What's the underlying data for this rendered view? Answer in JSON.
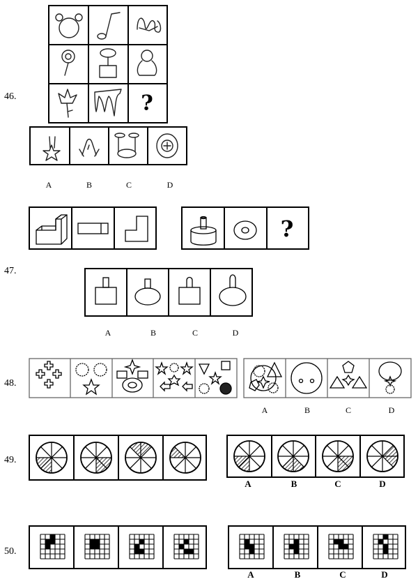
{
  "questions": [
    {
      "number": "46.",
      "options": [
        "A",
        "B",
        "C",
        "D"
      ],
      "question_mark": "?"
    },
    {
      "number": "47.",
      "options": [
        "A",
        "B",
        "C",
        "D"
      ],
      "question_mark": "?"
    },
    {
      "number": "48.",
      "options": [
        "A",
        "B",
        "C",
        "D"
      ]
    },
    {
      "number": "49.",
      "options": [
        "A",
        "B",
        "C",
        "D"
      ]
    },
    {
      "number": "50.",
      "options": [
        "A",
        "B",
        "C",
        "D"
      ]
    }
  ]
}
